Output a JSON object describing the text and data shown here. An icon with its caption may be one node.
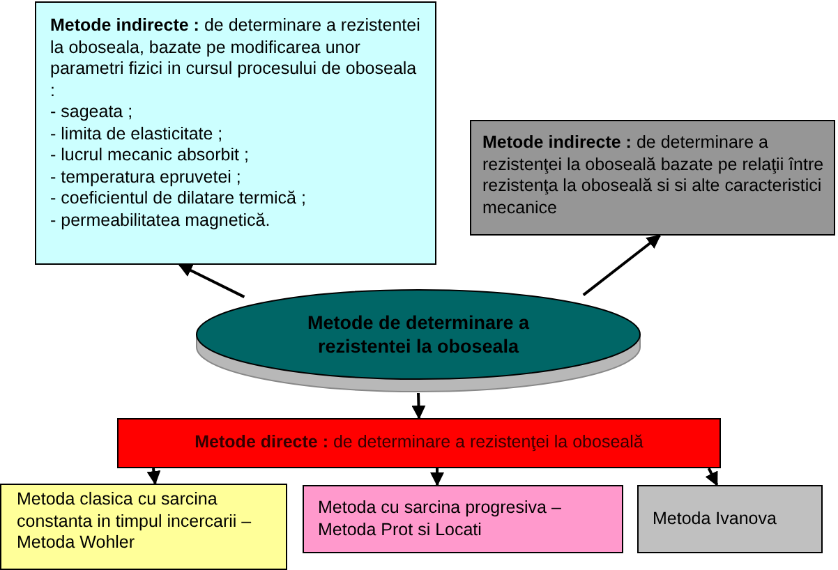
{
  "diagram": {
    "nodes": [
      {
        "text": [
          "**Metode indirecte :** de determinare a rezistentei la oboseala, bazate pe modificarea unor parametri fizici in cursul procesului de oboseala :",
          "- sageata ;",
          "- limita de elasticitate ;",
          "- lucrul mecanic absorbit ;",
          "- temperatura epruvetei ;",
          "- coeficientul de dilatare termică ;",
          "- permeabilitatea magnetică."
        ]
      },
      {
        "text": [
          "**Metode indirecte :** de determinare a rezistenţei la oboseală bazate pe relaţii între rezistenţa la oboseală si si alte caracteristici mecanice"
        ]
      },
      {
        "text": [
          "Metode de determinare a rezistentei la oboseala"
        ]
      },
      {
        "text": [
          "**Metode directe :** de determinare a rezistenţei la oboseală"
        ]
      },
      {
        "text": [
          "Metoda clasica cu sarcina constanta in timpul incercarii – Metoda Wohler"
        ]
      },
      {
        "text": [
          "Metoda cu sarcina progresiva – Metoda Prot si Locati"
        ]
      },
      {
        "text": [
          "Metoda Ivanova"
        ]
      }
    ],
    "edges": [
      {
        "from": 2,
        "to": 0,
        "arrow": "to"
      },
      {
        "from": 2,
        "to": 1,
        "arrow": "to"
      },
      {
        "from": 2,
        "to": 3,
        "arrow": "to"
      },
      {
        "from": 3,
        "to": 4,
        "arrow": "to"
      },
      {
        "from": 3,
        "to": 5,
        "arrow": "to"
      },
      {
        "from": 3,
        "to": 6,
        "arrow": "to"
      }
    ]
  }
}
